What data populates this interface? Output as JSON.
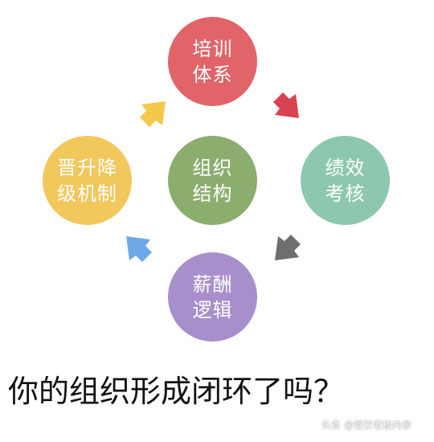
{
  "nodes": {
    "top": {
      "label": "培训\n体系",
      "color": "#E06468"
    },
    "left": {
      "label": "晋升降\n级机制",
      "color": "#F2C75C"
    },
    "center": {
      "label": "组织\n结构",
      "color": "#8BAD6E"
    },
    "right": {
      "label": "绩效\n考核",
      "color": "#8DC8AE"
    },
    "bottom": {
      "label": "薪酬\n逻辑",
      "color": "#A78FCB"
    }
  },
  "arrows": {
    "top_to_right": {
      "color": "#D9434F"
    },
    "right_to_bottom": {
      "color": "#6E6E6E"
    },
    "bottom_to_left": {
      "color": "#6FA8E6"
    },
    "left_to_top": {
      "color": "#F2C94C"
    }
  },
  "caption": "你的组织形成闭环了吗？",
  "watermark": "头条 @餐饮老板内参"
}
